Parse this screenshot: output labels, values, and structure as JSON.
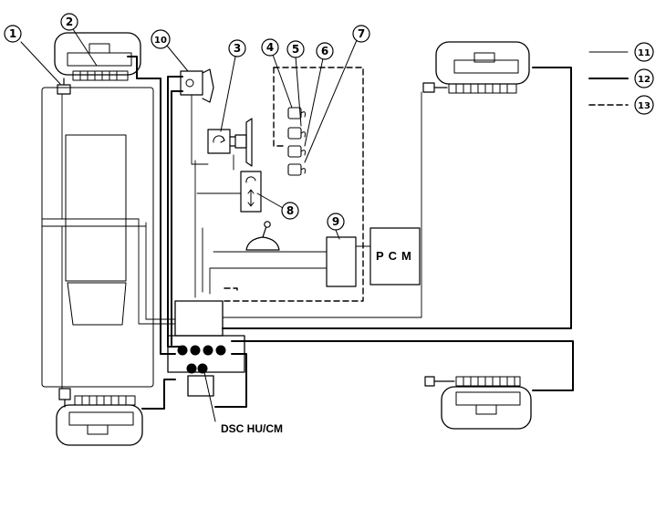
{
  "callouts": {
    "c1": "1",
    "c2": "2",
    "c3": "3",
    "c4": "4",
    "c5": "5",
    "c6": "6",
    "c7": "7",
    "c8": "8",
    "c9": "9",
    "c10": "10",
    "c11": "11",
    "c12": "12",
    "c13": "13"
  },
  "labels": {
    "pcm": "PCM",
    "hu": "DSC HU/CM"
  }
}
